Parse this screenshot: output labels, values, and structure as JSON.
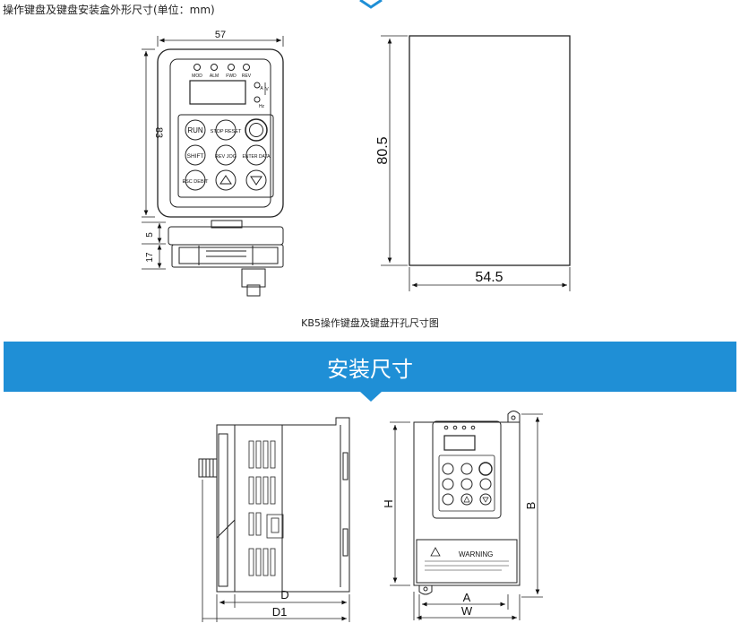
{
  "header": {
    "title": "操作键盘及键盘安装盒外形尺寸(单位：mm)"
  },
  "keypad_dims": {
    "width": "57",
    "height": "83",
    "depth_top": "5",
    "depth_bottom": "17"
  },
  "box_dims": {
    "height": "80.5",
    "width": "54.5"
  },
  "caption": "KB5操作键盘及键盘开孔尺寸图",
  "banner": {
    "title": "安装尺寸"
  },
  "keypad": {
    "led_labels": [
      "MOD",
      "ALM",
      "FWD",
      "REV"
    ],
    "unit_labels": [
      "A",
      "V",
      "Hz"
    ],
    "buttons": [
      "RUN",
      "STOP RESET",
      "SHIFT",
      "REV JOG",
      "ENTER DATA",
      "ESC DEBIT"
    ]
  },
  "install_dims": {
    "d": "D",
    "d1": "D1",
    "h": "H",
    "b": "B",
    "a": "A",
    "w": "W"
  },
  "warning": {
    "title": "WARNING"
  }
}
